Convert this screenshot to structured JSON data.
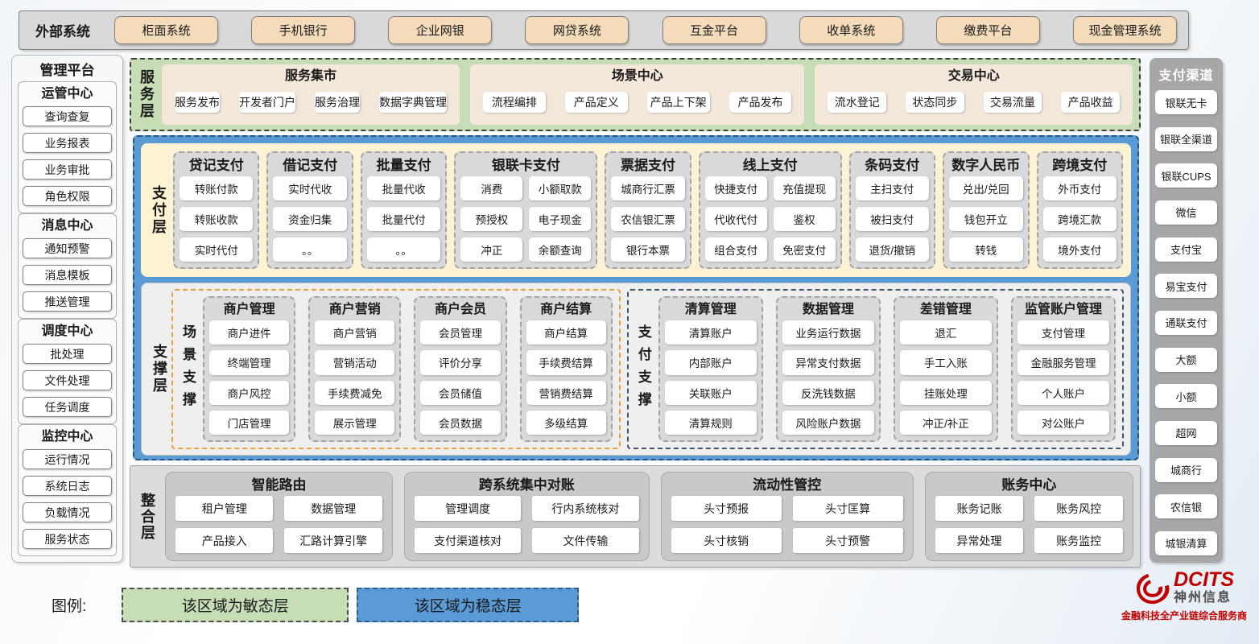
{
  "external_systems": {
    "label": "外部系统",
    "items": [
      "柜面系统",
      "手机银行",
      "企业网银",
      "网贷系统",
      "互金平台",
      "收单系统",
      "缴费平台",
      "现金管理系统"
    ]
  },
  "management_platform": {
    "title": "管理平台",
    "groups": [
      {
        "title": "运管中心",
        "items": [
          "查询查复",
          "业务报表",
          "业务审批",
          "角色权限"
        ]
      },
      {
        "title": "消息中心",
        "items": [
          "通知预警",
          "消息模板",
          "推送管理"
        ]
      },
      {
        "title": "调度中心",
        "items": [
          "批处理",
          "文件处理",
          "任务调度"
        ]
      },
      {
        "title": "监控中心",
        "items": [
          "运行情况",
          "系统日志",
          "负载情况",
          "服务状态"
        ]
      }
    ]
  },
  "service_layer": {
    "label": "服务层",
    "panels": [
      {
        "title": "服务集市",
        "items": [
          "服务发布",
          "开发者门户",
          "服务治理",
          "数据字典管理"
        ]
      },
      {
        "title": "场景中心",
        "items": [
          "流程编排",
          "产品定义",
          "产品上下架",
          "产品发布"
        ]
      },
      {
        "title": "交易中心",
        "items": [
          "流水登记",
          "状态同步",
          "交易流量",
          "产品收益"
        ]
      }
    ]
  },
  "payment_layer": {
    "label": "支付层",
    "groups": [
      {
        "title": "贷记支付",
        "cols": 1,
        "items": [
          "转账付款",
          "转账收款",
          "实时代付"
        ]
      },
      {
        "title": "借记支付",
        "cols": 1,
        "items": [
          "实时代收",
          "资金归集",
          "。。"
        ]
      },
      {
        "title": "批量支付",
        "cols": 1,
        "items": [
          "批量代收",
          "批量代付",
          "。。"
        ]
      },
      {
        "title": "银联卡支付",
        "cols": 2,
        "items": [
          "消费",
          "小额取款",
          "预授权",
          "电子现金",
          "冲正",
          "余额查询"
        ]
      },
      {
        "title": "票据支付",
        "cols": 1,
        "items": [
          "城商行汇票",
          "农信银汇票",
          "银行本票"
        ]
      },
      {
        "title": "线上支付",
        "cols": 2,
        "items": [
          "快捷支付",
          "充值提现",
          "代收代付",
          "鉴权",
          "组合支付",
          "免密支付"
        ]
      },
      {
        "title": "条码支付",
        "cols": 1,
        "items": [
          "主扫支付",
          "被扫支付",
          "退货/撤销"
        ]
      },
      {
        "title": "数字人民币",
        "cols": 1,
        "items": [
          "兑出/兑回",
          "钱包开立",
          "转钱"
        ]
      },
      {
        "title": "跨境支付",
        "cols": 1,
        "items": [
          "外币支付",
          "跨境汇款",
          "境外支付"
        ]
      }
    ]
  },
  "support_layer": {
    "label": "支撑层",
    "sections": [
      {
        "label": "场景支撑",
        "groups": [
          {
            "title": "商户管理",
            "items": [
              "商户进件",
              "终端管理",
              "商户风控",
              "门店管理"
            ]
          },
          {
            "title": "商户营销",
            "items": [
              "商户营销",
              "营销活动",
              "手续费减免",
              "展示管理"
            ]
          },
          {
            "title": "商户会员",
            "items": [
              "会员管理",
              "评价分享",
              "会员储值",
              "会员数据"
            ]
          },
          {
            "title": "商户结算",
            "items": [
              "商户结算",
              "手续费结算",
              "营销费结算",
              "多级结算"
            ]
          }
        ]
      },
      {
        "label": "支付支撑",
        "groups": [
          {
            "title": "清算管理",
            "items": [
              "清算账户",
              "内部账户",
              "关联账户",
              "清算规则"
            ]
          },
          {
            "title": "数据管理",
            "items": [
              "业务运行数据",
              "异常支付数据",
              "反洗钱数据",
              "风险账户数据"
            ]
          },
          {
            "title": "差错管理",
            "items": [
              "退汇",
              "手工入账",
              "挂账处理",
              "冲正/补正"
            ]
          },
          {
            "title": "监管账户管理",
            "items": [
              "支付管理",
              "金融服务管理",
              "个人账户",
              "对公账户"
            ]
          }
        ]
      }
    ]
  },
  "integration_layer": {
    "label": "整合层",
    "panels": [
      {
        "title": "智能路由",
        "items": [
          "租户管理",
          "数据管理",
          "产品接入",
          "汇路计算引擎"
        ]
      },
      {
        "title": "跨系统集中对账",
        "items": [
          "管理调度",
          "行内系统核对",
          "支付渠道核对",
          "文件传输"
        ]
      },
      {
        "title": "流动性管控",
        "items": [
          "头寸预报",
          "头寸匡算",
          "头寸核销",
          "头寸预警"
        ]
      },
      {
        "title": "账务中心",
        "items": [
          "账务记账",
          "账务风控",
          "异常处理",
          "账务监控"
        ]
      }
    ]
  },
  "payment_channels": {
    "title": "支付渠道",
    "items": [
      "银联无卡",
      "银联全渠道",
      "银联CUPS",
      "微信",
      "支付宝",
      "易宝支付",
      "通联支付",
      "大额",
      "小额",
      "超网",
      "城商行",
      "农信银",
      "城银清算"
    ]
  },
  "legend": {
    "label": "图例:",
    "agile": "该区域为敏态层",
    "stable": "该区域为稳态层"
  },
  "logo": {
    "brand": "DCITS",
    "company": "神州信息",
    "tagline": "金融科技全产业链综合服务商"
  },
  "colors": {
    "green": "#c7ddb6",
    "blue": "#5b9bd5",
    "cream": "#fdf3d2",
    "tan": "#f4dcbb",
    "gray": "#d9d9d9",
    "orange": "#e8a33d",
    "navy": "#44546a",
    "red": "#c00000"
  }
}
